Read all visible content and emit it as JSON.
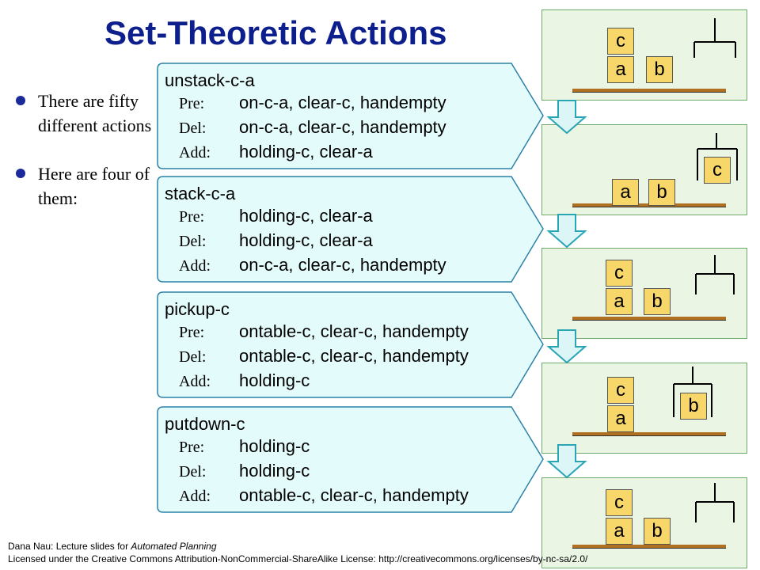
{
  "title": "Set-Theoretic Actions",
  "bullets": [
    "There are fifty different actions",
    "Here are four of them:"
  ],
  "actions": [
    {
      "name": "unstack-c-a",
      "pre_label": "Pre:",
      "pre": "on-c-a, clear-c, handempty",
      "del_label": "Del:",
      "del": "on-c-a, clear-c, handempty",
      "add_label": "Add:",
      "add": "holding-c, clear-a"
    },
    {
      "name": "stack-c-a",
      "pre_label": "Pre:",
      "pre": "holding-c, clear-a",
      "del_label": "Del:",
      "del": "holding-c, clear-a",
      "add_label": "Add:",
      "add": "on-c-a, clear-c, handempty"
    },
    {
      "name": "pickup-c",
      "pre_label": "Pre:",
      "pre": "ontable-c, clear-c, handempty",
      "del_label": "Del:",
      "del": "ontable-c, clear-c, handempty",
      "add_label": "Add:",
      "add": "holding-c"
    },
    {
      "name": "putdown-c",
      "pre_label": "Pre:",
      "pre": "holding-c",
      "del_label": "Del:",
      "del": "holding-c",
      "add_label": "Add:",
      "add": "ontable-c, clear-c, handempty"
    }
  ],
  "states": [
    {
      "blocks": [
        "c",
        "a",
        "b"
      ]
    },
    {
      "blocks": [
        "a",
        "b",
        "c"
      ]
    },
    {
      "blocks": [
        "c",
        "a",
        "b"
      ]
    },
    {
      "blocks": [
        "c",
        "a",
        "b"
      ]
    },
    {
      "blocks": [
        "c",
        "a",
        "b"
      ]
    }
  ],
  "footer": {
    "line1_prefix": "Dana Nau:  Lecture slides for ",
    "line1_italic": "Automated Planning",
    "line2": "Licensed under the Creative Commons Attribution-NonCommercial-ShareAlike  License: http://creativecommons.org/licenses/by-nc-sa/2.0/"
  },
  "colors": {
    "title": "#0c1f8c",
    "action_box_fill": "#e4fbfb",
    "action_box_stroke": "#2c82a8",
    "state_fill": "#eaf5e4",
    "state_border": "#6ea86b",
    "block_fill": "#f7d76a",
    "arrow_fill": "#dcf5f7",
    "arrow_stroke": "#2aa5b4"
  }
}
